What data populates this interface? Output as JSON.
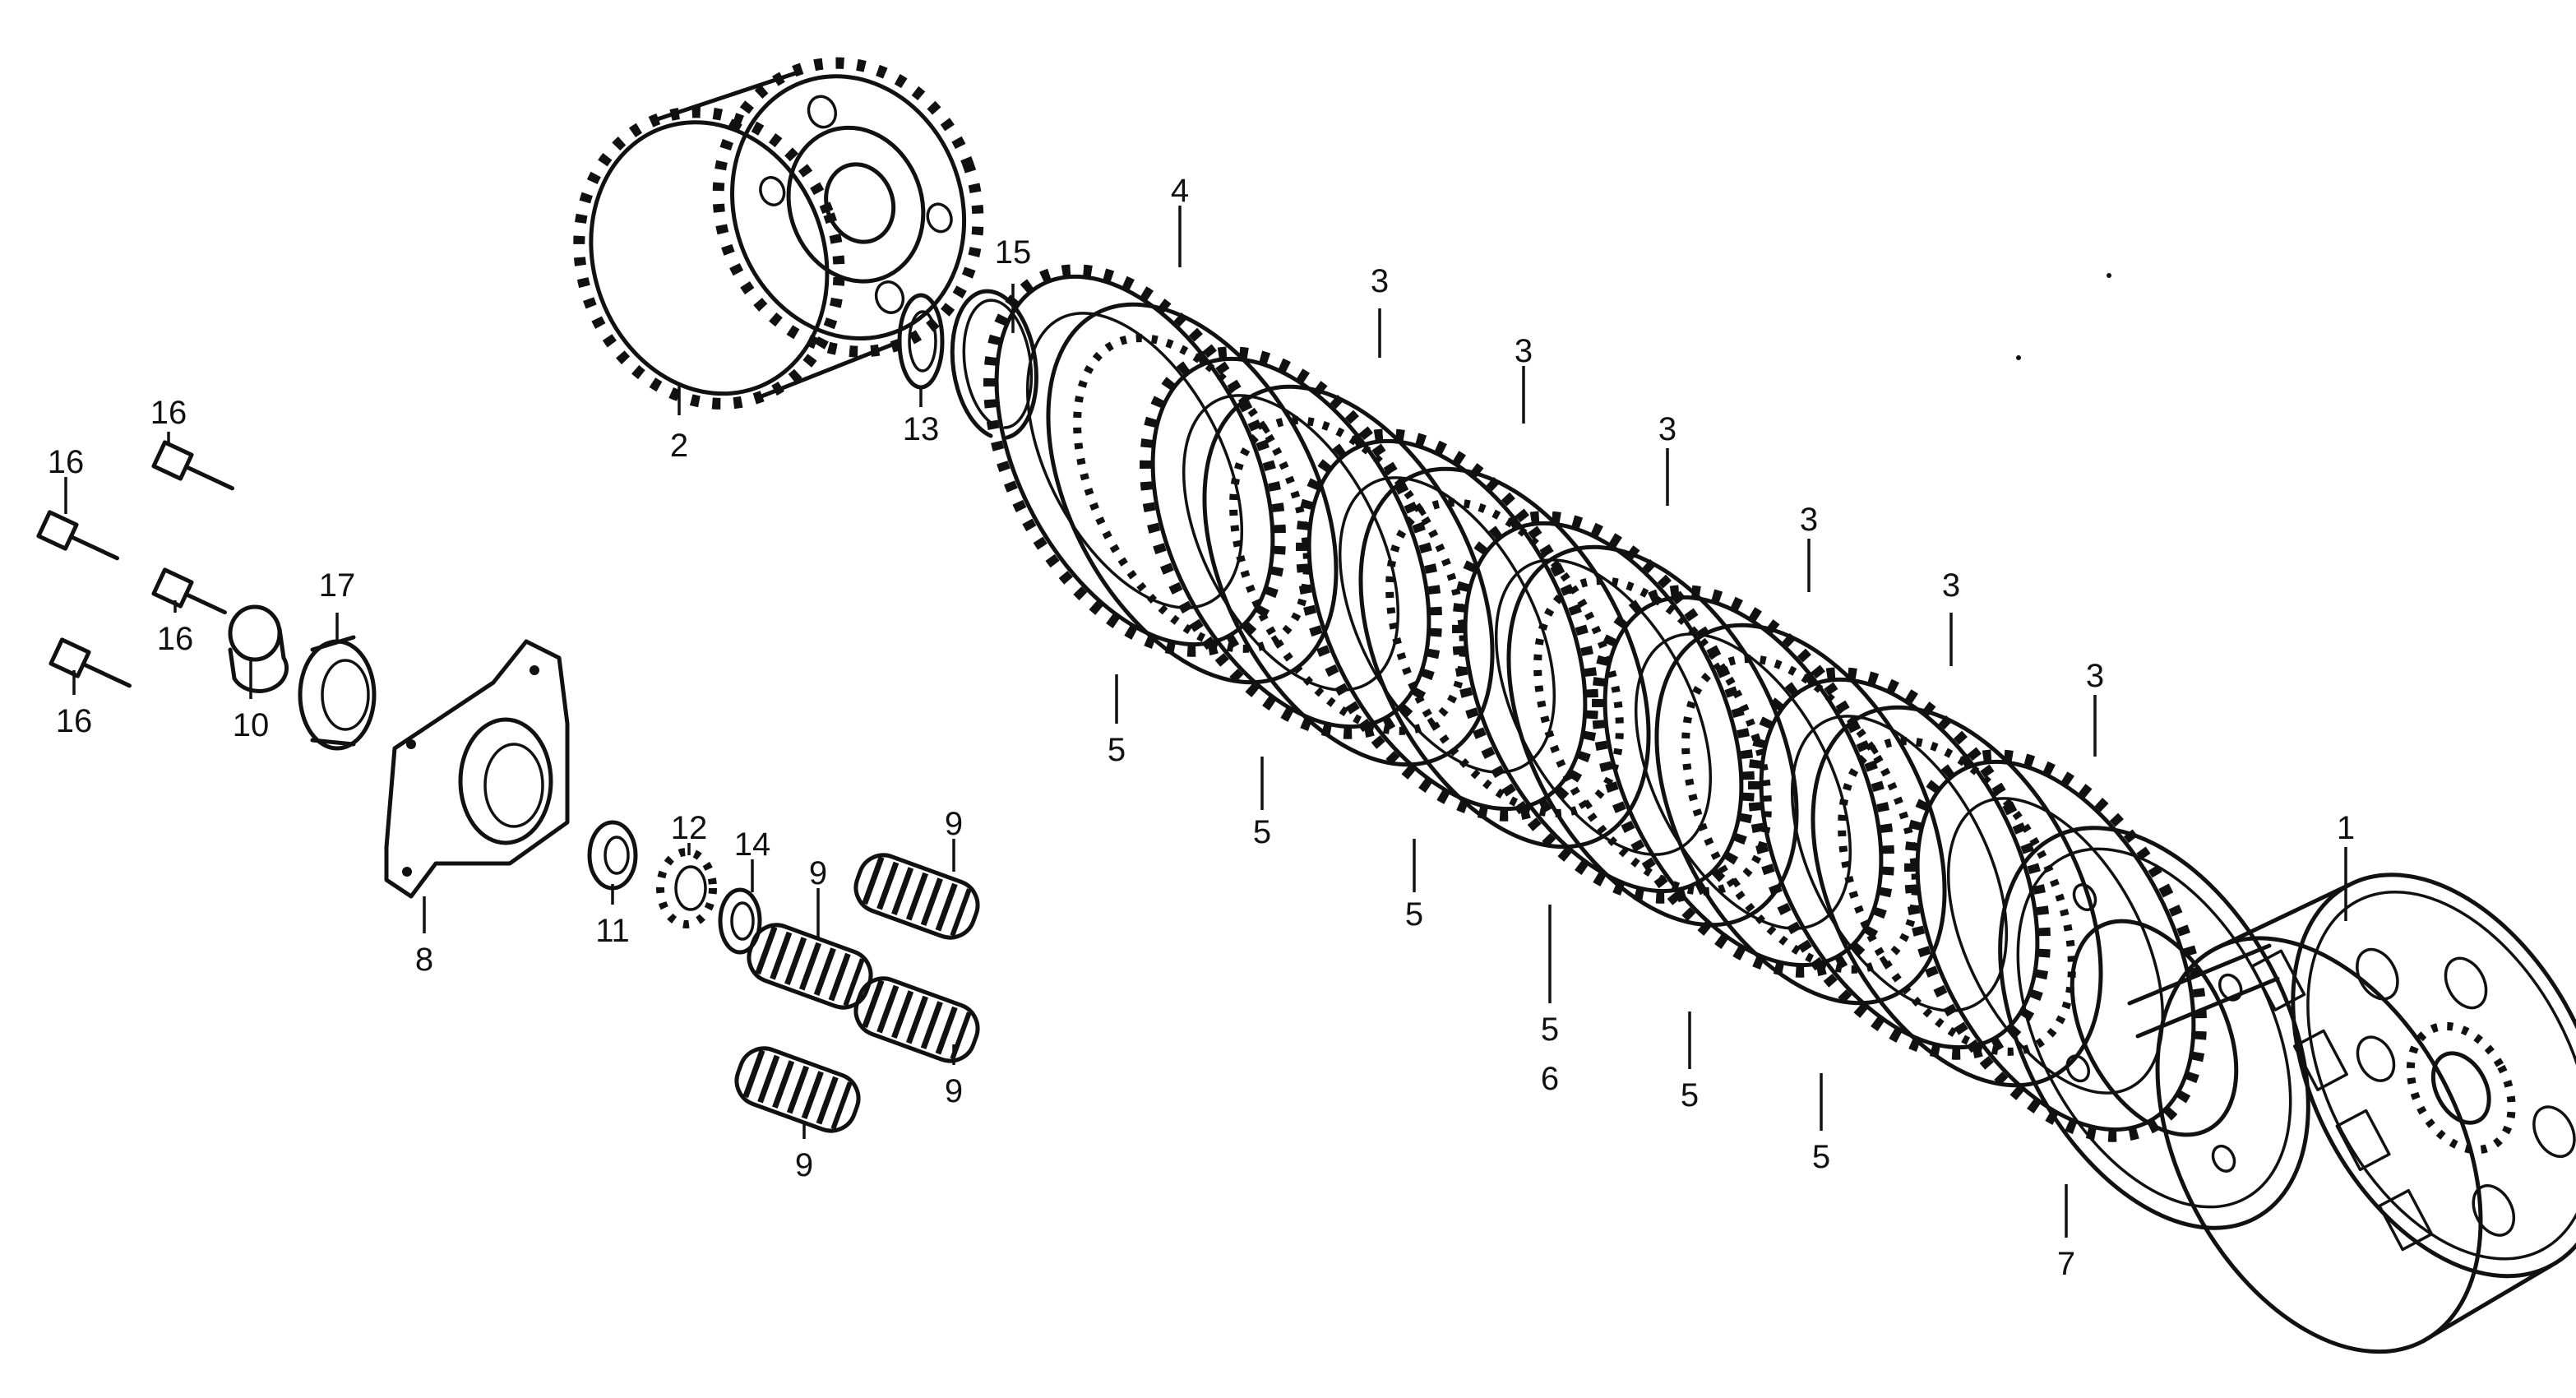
{
  "diagram": {
    "parts": [
      {
        "id": "clutch-outer",
        "label": "1"
      },
      {
        "id": "clutch-center",
        "label": "2"
      },
      {
        "id": "friction-disk",
        "label": "3"
      },
      {
        "id": "friction-disk-a",
        "label": "4"
      },
      {
        "id": "clutch-plate",
        "label": "5"
      },
      {
        "id": "clutch-plate-b",
        "label": "6"
      },
      {
        "id": "pressure-plate",
        "label": "7"
      },
      {
        "id": "lifter-plate",
        "label": "8"
      },
      {
        "id": "clutch-spring",
        "label": "9"
      },
      {
        "id": "lifter-piece",
        "label": "10"
      },
      {
        "id": "lock-washer",
        "label": "11"
      },
      {
        "id": "lock-nut",
        "label": "12"
      },
      {
        "id": "splined-washer",
        "label": "13"
      },
      {
        "id": "plain-washer",
        "label": "14"
      },
      {
        "id": "snap-ring",
        "label": "15"
      },
      {
        "id": "flange-bolt",
        "label": "16"
      },
      {
        "id": "ball-bearing",
        "label": "17"
      }
    ]
  }
}
